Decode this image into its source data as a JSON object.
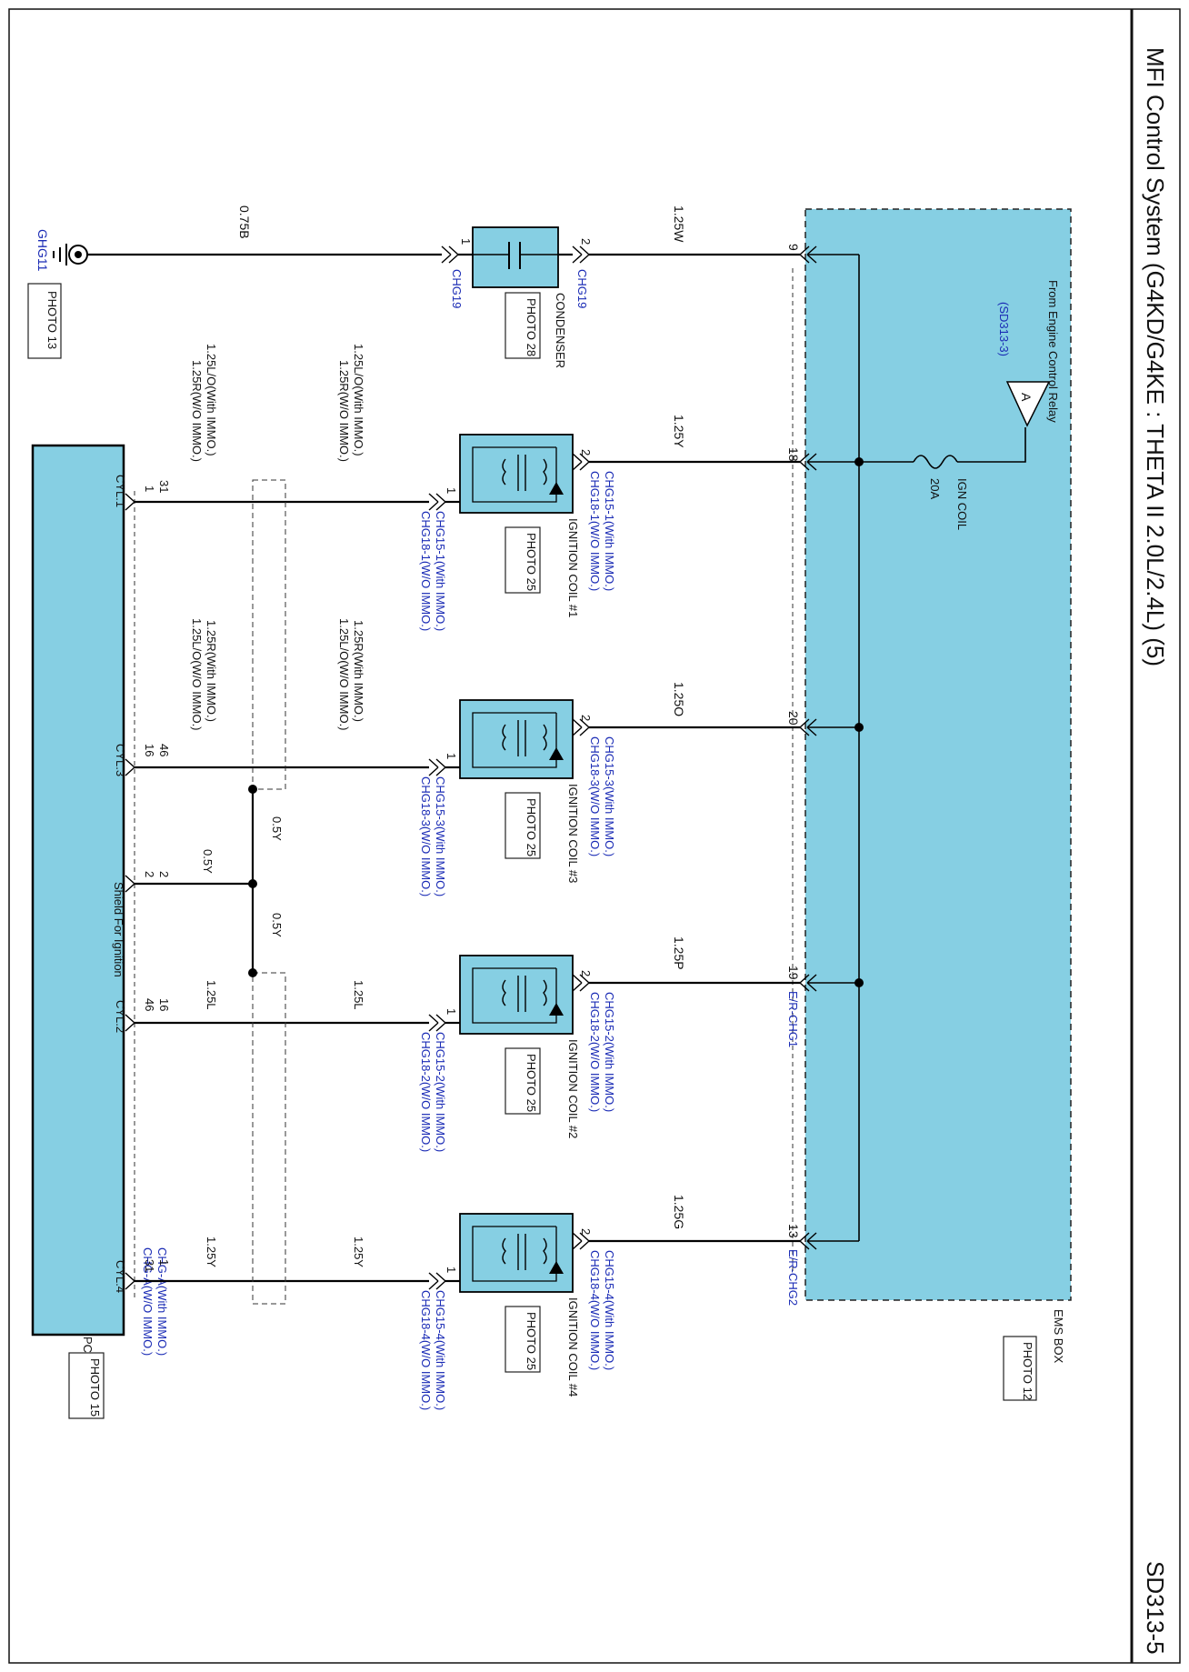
{
  "title": "MFI Control System (G4KD/G4KE : THETA II 2.0L/2.4L) (5)",
  "page_code": "SD313-5",
  "ems_box": {
    "name": "EMS BOX",
    "photo": "PHOTO 12"
  },
  "engine_relay": {
    "label": "From Engine Control Relay",
    "ref": "(SD313-3)",
    "connector": "A"
  },
  "fuse": {
    "name": "IGN COIL",
    "rating": "20A"
  },
  "condenser": {
    "name": "CONDENSER",
    "photo": "PHOTO 28",
    "left_pin": "1",
    "right_pin": "2",
    "left_conn": "CHG19",
    "right_conn": "CHG19",
    "ems_wire": "1.25W",
    "ems_pin": "9",
    "ground_wire": "0.75B"
  },
  "ground": {
    "name": "GHG11",
    "photo": "PHOTO 13"
  },
  "pcm": {
    "name": "PCM",
    "photo": "PHOTO 15",
    "shield_label": "Shield For Ignition"
  },
  "coils": [
    {
      "name": "IGNITION COIL #1",
      "photo": "PHOTO 25",
      "pin1": "1",
      "pin2": "2",
      "conn_top_a": "CHG15-1(With IMMO.)",
      "conn_top_b": "CHG18-1(W/O IMMO.)",
      "conn_bot_a": "CHG15-1(With IMMO.)",
      "conn_bot_b": "CHG18-1(W/O IMMO.)",
      "ems_wire": "1.25Y",
      "ems_pin": "18",
      "ems_note": "",
      "pcm_wire_a": "1.25L/O(With IMMO.)",
      "pcm_wire_b": "1.25R(W/O IMMO.)",
      "pcm_wire_c": "1.25L/O(With IMMO.)",
      "pcm_wire_d": "1.25R(W/O IMMO.)",
      "pcm_pin_a": "31",
      "pcm_pin_b": "1",
      "cyl": "CYL.1"
    },
    {
      "name": "IGNITION COIL #3",
      "photo": "PHOTO 25",
      "pin1": "1",
      "pin2": "2",
      "conn_top_a": "CHG15-3(With IMMO.)",
      "conn_top_b": "CHG18-3(W/O IMMO.)",
      "conn_bot_a": "CHG15-3(With IMMO.)",
      "conn_bot_b": "CHG18-3(W/O IMMO.)",
      "ems_wire": "1.25O",
      "ems_pin": "20",
      "ems_note": "",
      "pcm_wire_a": "1.25R(With IMMO.)",
      "pcm_wire_b": "1.25L/O(W/O IMMO.)",
      "pcm_wire_c": "1.25R(With IMMO.)",
      "pcm_wire_d": "1.25L/O(W/O IMMO.)",
      "pcm_pin_a": "46",
      "pcm_pin_b": "16",
      "cyl": "CYL.3"
    },
    {
      "name": "IGNITION COIL #2",
      "photo": "PHOTO 25",
      "pin1": "1",
      "pin2": "2",
      "conn_top_a": "CHG15-2(With IMMO.)",
      "conn_top_b": "CHG18-2(W/O IMMO.)",
      "conn_bot_a": "CHG15-2(With IMMO.)",
      "conn_bot_b": "CHG18-2(W/O IMMO.)",
      "ems_wire": "1.25P",
      "ems_pin": "19",
      "ems_note": "E/R-CHG1",
      "pcm_wire_a": "1.25L",
      "pcm_wire_b": "",
      "pcm_wire_c": "1.25L",
      "pcm_wire_d": "",
      "pcm_pin_a": "16",
      "pcm_pin_b": "46",
      "cyl": "CYL.2"
    },
    {
      "name": "IGNITION COIL #4",
      "photo": "PHOTO 25",
      "pin1": "1",
      "pin2": "2",
      "conn_top_a": "CHG15-4(With IMMO.)",
      "conn_top_b": "CHG18-4(W/O IMMO.)",
      "conn_bot_a": "CHG15-4(With IMMO.)",
      "conn_bot_b": "CHG18-4(W/O IMMO.)",
      "ems_wire": "1.25G",
      "ems_pin": "13",
      "ems_note": "E/R-CHG2",
      "pcm_wire_a": "1.25Y",
      "pcm_wire_b": "",
      "pcm_wire_c": "1.25Y",
      "pcm_wire_d": "",
      "pcm_pin_a": "1",
      "pcm_pin_b": "31",
      "cyl": "CYL.4"
    }
  ],
  "pcm_connector": {
    "line_a": "CHG-A(With IMMO.)",
    "line_b": "CHG-A(W/O IMMO.)"
  },
  "shield": {
    "wire_top": "0.5Y",
    "wire_mid": "0.5Y",
    "wire_bot": "0.5Y",
    "pin_a": "2",
    "pin_b": "2"
  },
  "colors": {
    "module_fill": "#86cfe3",
    "wire": "#000000",
    "connector_text": "#1a2bb5"
  }
}
